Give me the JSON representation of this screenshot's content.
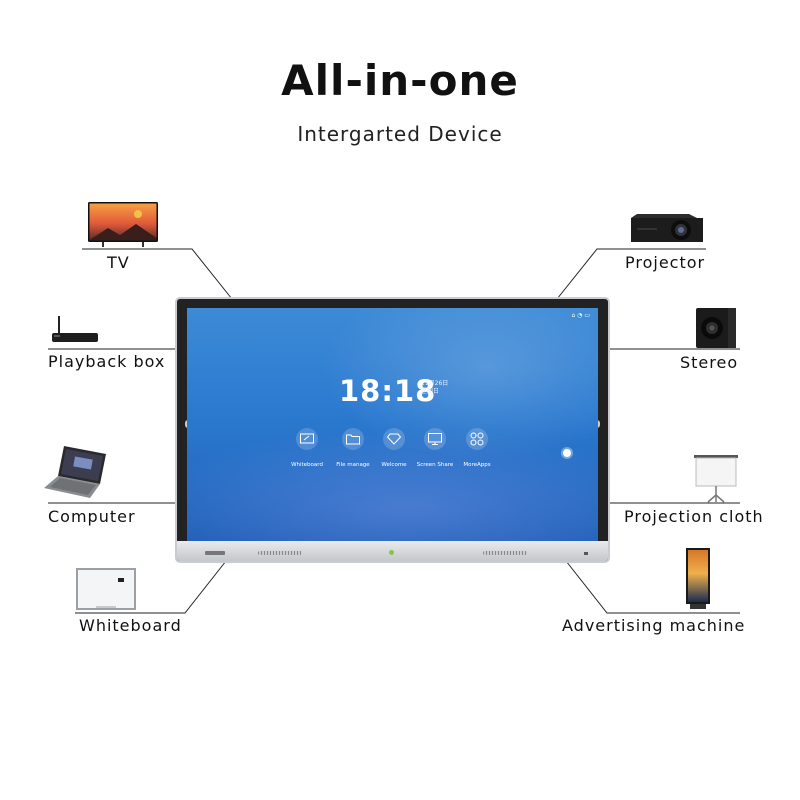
{
  "header": {
    "title": "All-in-one",
    "subtitle": "Intergarted Device"
  },
  "devices_left": [
    {
      "label": "TV",
      "icon": "tv-icon"
    },
    {
      "label": "Playback box",
      "icon": "playback-box-icon"
    },
    {
      "label": "Computer",
      "icon": "laptop-icon"
    },
    {
      "label": "Whiteboard",
      "icon": "whiteboard-icon"
    }
  ],
  "devices_right": [
    {
      "label": "Projector",
      "icon": "projector-icon"
    },
    {
      "label": "Stereo",
      "icon": "speaker-icon"
    },
    {
      "label": "Projection cloth",
      "icon": "projection-screen-icon"
    },
    {
      "label": "Advertising machine",
      "icon": "advertising-standee-icon"
    }
  ],
  "screen": {
    "time": "18:18",
    "date_line1": "11月26日",
    "date_line2": "星期日",
    "apps": [
      {
        "label": "Whiteboard",
        "icon": "pen-board-icon"
      },
      {
        "label": "File manage",
        "icon": "folder-icon"
      },
      {
        "label": "Welcome",
        "icon": "diamond-icon"
      },
      {
        "label": "Screen Share",
        "icon": "monitor-share-icon"
      },
      {
        "label": "MoreApps",
        "icon": "four-circles-icon"
      }
    ]
  },
  "colors": {
    "screen_top": "#3d8ad6",
    "screen_bottom": "#1f5fb8",
    "bezel": "#222222",
    "frame": "#c9ccd0",
    "text": "#111111"
  }
}
